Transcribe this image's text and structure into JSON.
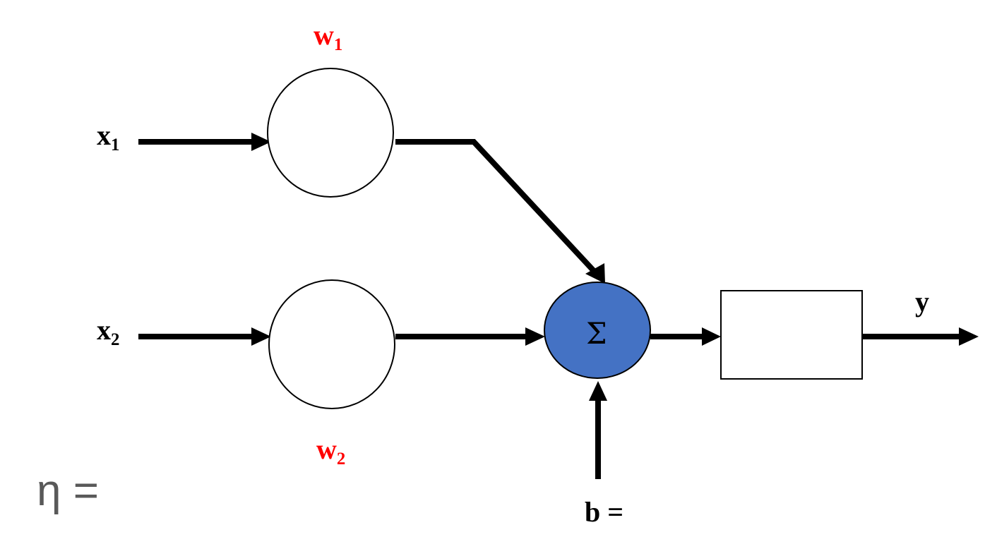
{
  "colors": {
    "stroke": "#000000",
    "sum_fill": "#4472c4",
    "weight_label": "#ff0000",
    "eta_text": "#595959",
    "background": "#ffffff"
  },
  "inputs": [
    {
      "name": "x",
      "subscript": "1"
    },
    {
      "name": "x",
      "subscript": "2"
    }
  ],
  "weights": [
    {
      "name": "w",
      "subscript": "1"
    },
    {
      "name": "w",
      "subscript": "2"
    }
  ],
  "summation": {
    "symbol": "Σ"
  },
  "bias": {
    "label": "b ="
  },
  "output": {
    "label": "y"
  },
  "learning_rate": {
    "label": "η ="
  }
}
